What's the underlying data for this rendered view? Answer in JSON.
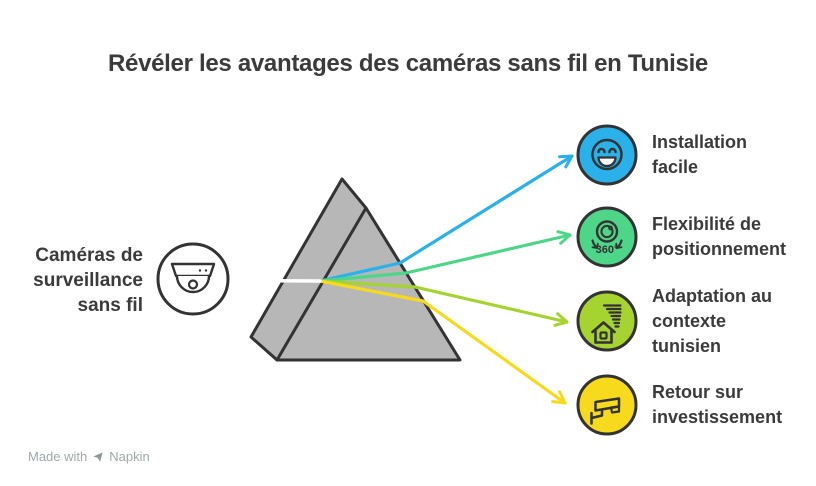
{
  "title": "Révéler les avantages des caméras sans fil en Tunisie",
  "source": {
    "lines": [
      "Caméras de",
      "surveillance",
      "sans fil"
    ],
    "icon": "dome-camera-icon"
  },
  "benefits": [
    {
      "lines": [
        "Installation",
        "facile"
      ],
      "color": "#2bb1ea",
      "icon": "smiley-face-icon"
    },
    {
      "lines": [
        "Flexibilité de",
        "positionnement"
      ],
      "color": "#4dd688",
      "icon": "camera-360-icon"
    },
    {
      "lines": [
        "Adaptation au",
        "contexte",
        "tunisien"
      ],
      "color": "#a5d32f",
      "icon": "house-wind-icon"
    },
    {
      "lines": [
        "Retour sur",
        "investissement"
      ],
      "color": "#f6da1b",
      "icon": "cctv-camera-icon"
    }
  ],
  "colors": {
    "prism_fill": "#b7b7b7",
    "outline": "#333333",
    "beam": "#ffffff",
    "text_dark": "#3b3b3b",
    "source_circle_fill": "#ffffff",
    "watermark": "#9fa9a9"
  },
  "watermark": {
    "prefix": "Made with",
    "brand": "Napkin",
    "logo": "napkin-logo-icon"
  }
}
